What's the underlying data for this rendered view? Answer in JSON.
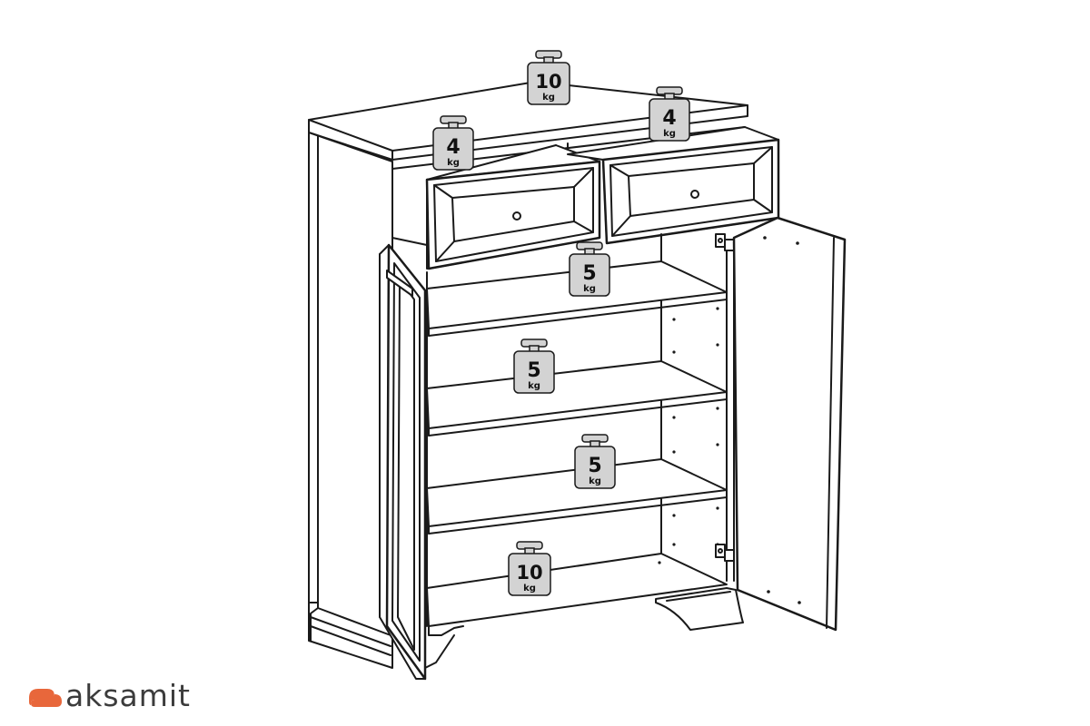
{
  "brand": {
    "name": "aksamit",
    "accent_color": "#e8673b",
    "icon": "sofa-logo-icon"
  },
  "weights": [
    {
      "id": "top",
      "value": "10",
      "unit": "kg"
    },
    {
      "id": "drawer-left",
      "value": "4",
      "unit": "kg"
    },
    {
      "id": "drawer-right",
      "value": "4",
      "unit": "kg"
    },
    {
      "id": "shelf-1",
      "value": "5",
      "unit": "kg"
    },
    {
      "id": "shelf-2",
      "value": "5",
      "unit": "kg"
    },
    {
      "id": "shelf-3",
      "value": "5",
      "unit": "kg"
    },
    {
      "id": "bottom",
      "value": "10",
      "unit": "kg"
    }
  ],
  "colors": {
    "line": "#1a1a1a",
    "weight_fill": "#d3d3d3",
    "background": "#ffffff"
  }
}
